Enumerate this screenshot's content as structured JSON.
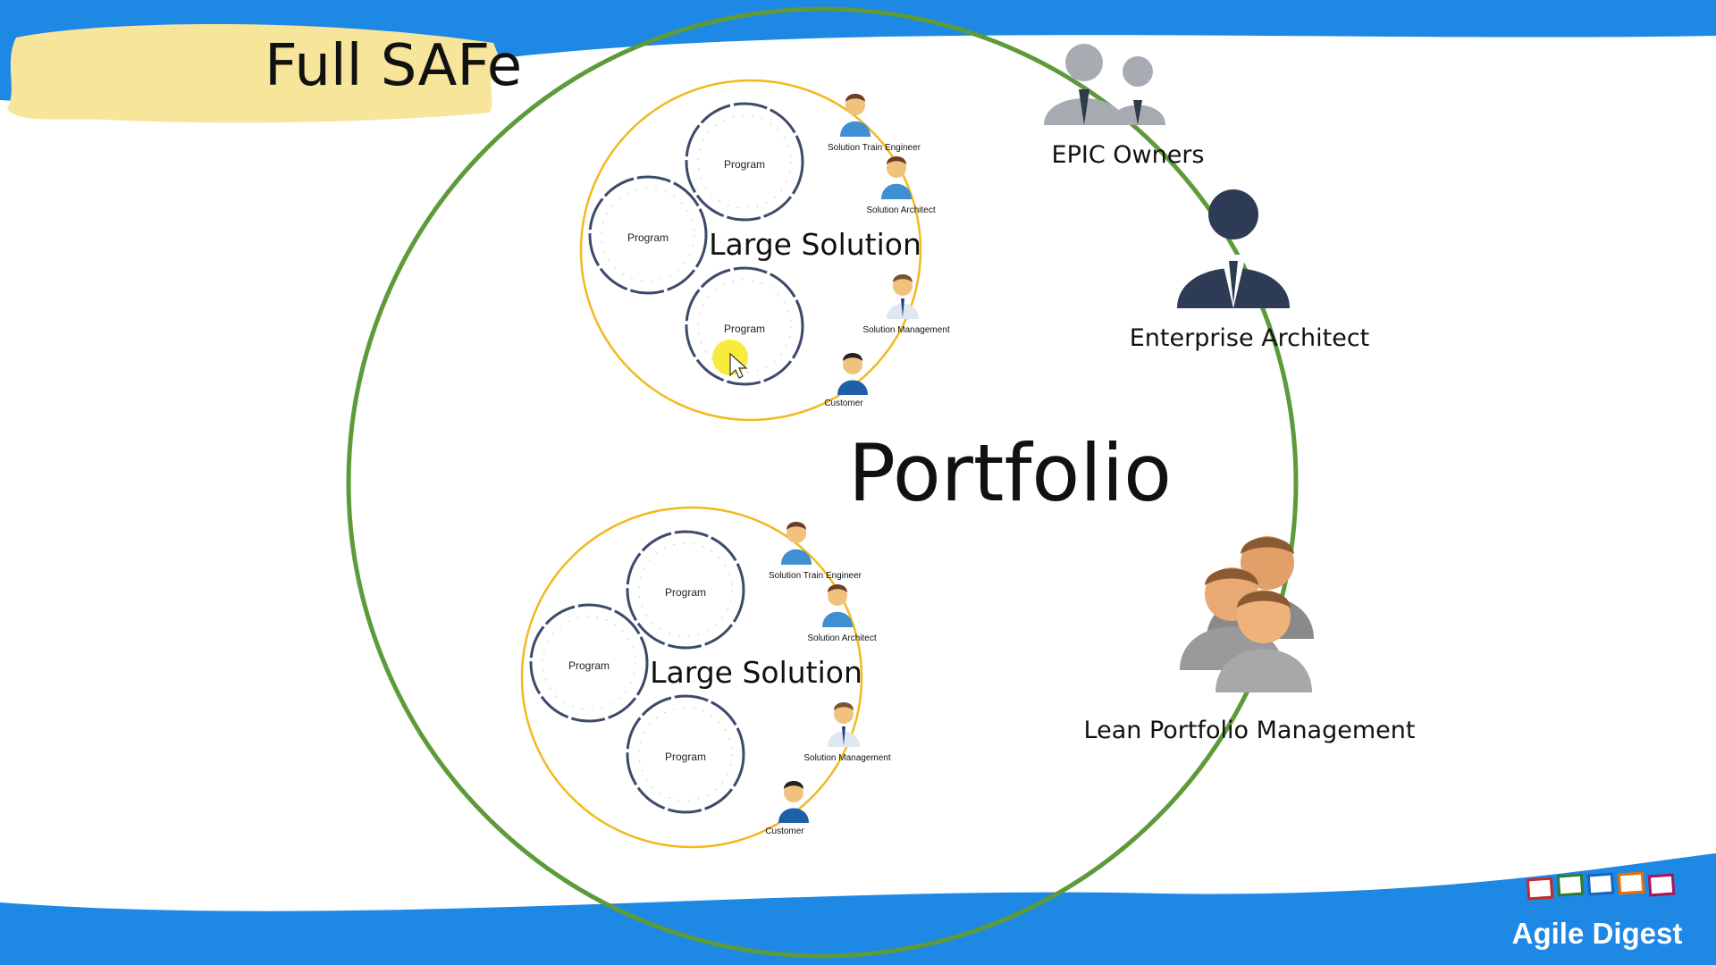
{
  "slide": {
    "title": "Full SAFe",
    "center_label": "Portfolio"
  },
  "roles": {
    "epic_owners": "EPIC Owners",
    "enterprise_architect": "Enterprise Architect",
    "lean_portfolio_management": "Lean Portfolio Management"
  },
  "large_solutions": [
    {
      "label": "Large Solution",
      "programs": [
        "Program",
        "Program",
        "Program"
      ],
      "roles": {
        "ste": "Solution Train Engineer",
        "architect": "Solution Architect",
        "management": "Solution Management",
        "customer": "Customer"
      }
    },
    {
      "label": "Large Solution",
      "programs": [
        "Program",
        "Program",
        "Program"
      ],
      "roles": {
        "ste": "Solution Train Engineer",
        "architect": "Solution Architect",
        "management": "Solution Management",
        "customer": "Customer"
      }
    }
  ],
  "brand": {
    "name": "Agile Digest",
    "colors": {
      "banner_blue": "#1e88e5",
      "title_highlight": "#f7e59c",
      "portfolio_circle": "#5d9b3a",
      "solution_circle": "#f2b91e",
      "program_circle": "#3d4a6b"
    }
  }
}
